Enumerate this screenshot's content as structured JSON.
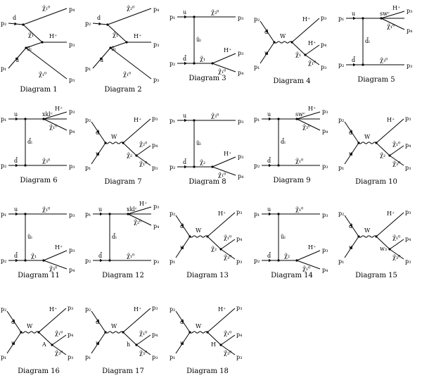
{
  "captions": [
    "Diagram 1",
    "Diagram 2",
    "Diagram 3",
    "Diagram 4",
    "Diagram 5",
    "Diagram 6",
    "Diagram 7",
    "Diagram 8",
    "Diagram 9",
    "Diagram 10",
    "Diagram 11",
    "Diagram 12",
    "Diagram 13",
    "Diagram 14",
    "Diagram 15",
    "Diagram 16",
    "Diagram 17",
    "Diagram 18"
  ],
  "particles": {
    "p1": "p₁",
    "p2": "p₂",
    "p3": "p₃",
    "p4": "p₄",
    "u": "u",
    "d": "d",
    "dbar": "d̄",
    "W": "W",
    "Hplus": "H⁺",
    "chi1_0": "χ̃₁⁰",
    "chi2_0": "χ̃₂⁰",
    "chi3_0": "χ̃₃⁰",
    "chi1": "χ̃₁",
    "chi2": "χ̃₂",
    "uL": "ũₗ",
    "dL": "d̃ₗ",
    "sw": "swᶜ",
    "xkl": "xklᶜ",
    "w3": "w₃",
    "A": "A",
    "h": "h",
    "H": "H"
  }
}
